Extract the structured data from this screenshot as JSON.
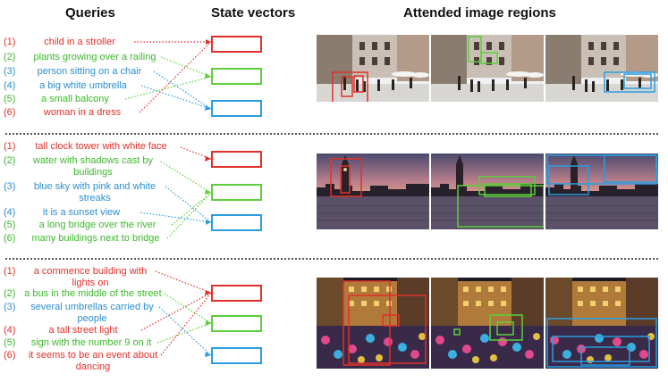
{
  "headers": {
    "queries": "Queries",
    "state_vectors": "State vectors",
    "attended_regions": "Attended image regions"
  },
  "colors": {
    "red": "#e0302a",
    "green": "#5ccf3a",
    "blue": "#2a9de0"
  },
  "sections": [
    {
      "queries": [
        {
          "num": "(1)",
          "text": "child in a stroller",
          "color": "red"
        },
        {
          "num": "(2)",
          "text": "plants growing over a railing",
          "color": "green"
        },
        {
          "num": "(3)",
          "text": "person sitting on a chair",
          "color": "blue"
        },
        {
          "num": "(4)",
          "text": "a big white umbrella",
          "color": "blue"
        },
        {
          "num": "(5)",
          "text": "a small balcony",
          "color": "green"
        },
        {
          "num": "(6)",
          "text": "woman in a dress",
          "color": "red"
        }
      ]
    },
    {
      "queries": [
        {
          "num": "(1)",
          "text": "tall clock tower with white face",
          "color": "red"
        },
        {
          "num": "(2)",
          "text": "water with shadows cast by buildings",
          "color": "green"
        },
        {
          "num": "(3)",
          "text": "blue sky with pink and white streaks",
          "color": "blue"
        },
        {
          "num": "(4)",
          "text": "it is a sunset view",
          "color": "blue"
        },
        {
          "num": "(5)",
          "text": "a long bridge over the river",
          "color": "green"
        },
        {
          "num": "(6)",
          "text": "many buildings next to bridge",
          "color": "green"
        }
      ]
    },
    {
      "queries": [
        {
          "num": "(1)",
          "text": "a commence building with lights on",
          "color": "red"
        },
        {
          "num": "(2)",
          "text": "a bus in the middle of the street",
          "color": "green"
        },
        {
          "num": "(3)",
          "text": "several umbrellas carried by people",
          "color": "blue"
        },
        {
          "num": "(4)",
          "text": "a tall street light",
          "color": "red"
        },
        {
          "num": "(5)",
          "text": "sign with the number 9 on it",
          "color": "green"
        },
        {
          "num": "(6)",
          "text": "it seems to be an event about dancing",
          "color": "red"
        }
      ]
    }
  ]
}
